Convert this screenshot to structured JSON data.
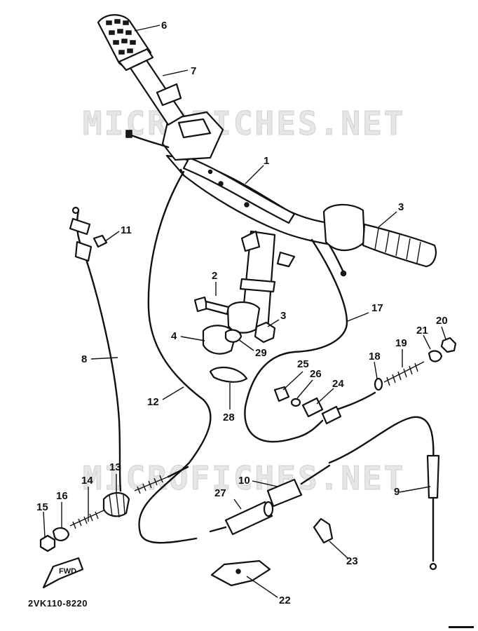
{
  "watermark": "MICROFICHES.NET",
  "diagram_code": "2VK110-8220",
  "arrow_label": "FWD",
  "callouts": {
    "c1": "1",
    "c2": "2",
    "c3": "3",
    "c3b": "3",
    "c4": "4",
    "c6": "6",
    "c7": "7",
    "c8": "8",
    "c9": "9",
    "c10": "10",
    "c11": "11",
    "c12": "12",
    "c13": "13",
    "c14": "14",
    "c15": "15",
    "c16": "16",
    "c17": "17",
    "c18": "18",
    "c19": "19",
    "c20": "20",
    "c21": "21",
    "c22": "22",
    "c23": "23",
    "c24": "24",
    "c25": "25",
    "c26": "26",
    "c27": "27",
    "c28": "28",
    "c29": "29"
  }
}
